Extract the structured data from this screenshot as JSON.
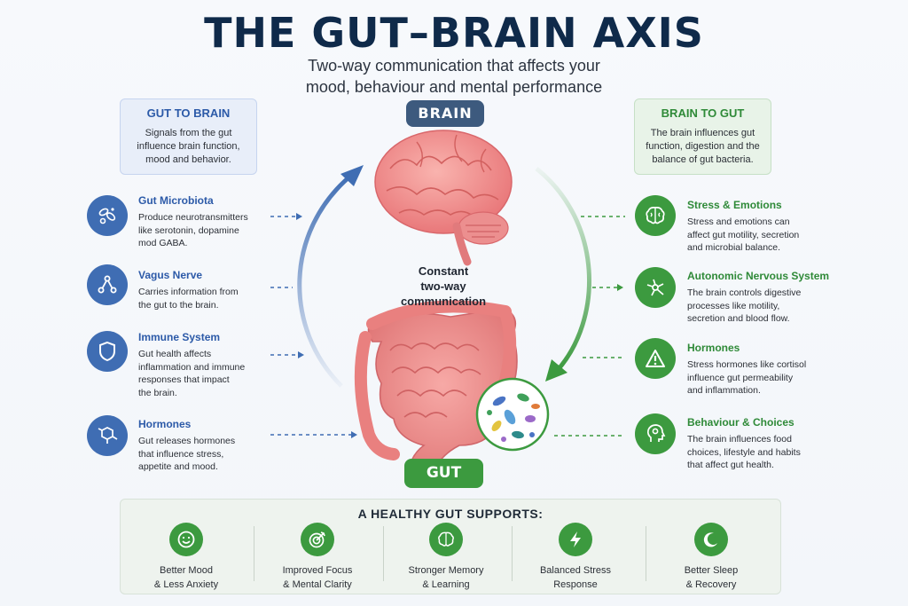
{
  "title": "THE GUT–BRAIN AXIS",
  "subtitle_line1": "Two-way communication that affects your",
  "subtitle_line2": "mood, behaviour and mental performance",
  "gut_to_brain": {
    "title": "GUT TO BRAIN",
    "line1": "Signals from the gut",
    "line2": "influence brain function,",
    "line3": "mood and behavior."
  },
  "brain_to_gut": {
    "title": "BRAIN TO GUT",
    "line1": "The brain influences gut",
    "line2": "function, digestion and the",
    "line3": "balance of gut bacteria."
  },
  "brain_label": "BRAIN",
  "gut_label": "GUT",
  "center": {
    "line1": "Constant",
    "line2": "two-way",
    "line3": "communication"
  },
  "left_items": [
    {
      "name": "Gut Microbiota",
      "icon": "microbiota-icon",
      "lines": [
        "Produce neurotransmitters",
        "like serotonin, dopamine",
        "mod GABA."
      ]
    },
    {
      "name": "Vagus Nerve",
      "icon": "nerve-icon",
      "lines": [
        "Carries information from",
        "the gut to the brain."
      ]
    },
    {
      "name": "Immune System",
      "icon": "shield-icon",
      "lines": [
        "Gut health affects",
        "inflammation and immune",
        "responses that impact",
        "the brain."
      ]
    },
    {
      "name": "Hormones",
      "icon": "molecule-icon",
      "lines": [
        "Gut releases hormones",
        "that influence stress,",
        "appetite and mood."
      ]
    }
  ],
  "right_items": [
    {
      "name": "Stress & Emotions",
      "icon": "brain-icon",
      "lines": [
        "Stress and emotions can",
        "affect gut motility, secretion",
        "and microbial balance."
      ]
    },
    {
      "name": "Autonomic Nervous System",
      "icon": "neuron-icon",
      "lines": [
        "The brain controls digestive",
        "processes like motility,",
        "secretion and blood flow."
      ]
    },
    {
      "name": "Hormones",
      "icon": "warning-icon",
      "lines": [
        "Stress hormones like cortisol",
        "influence gut permeability",
        "and inflammation."
      ]
    },
    {
      "name": "Behaviour & Choices",
      "icon": "head-gear-icon",
      "lines": [
        "The brain influences food",
        "choices, lifestyle and habits",
        "that affect gut health."
      ]
    }
  ],
  "bottom": {
    "title": "A HEALTHY GUT SUPPORTS:",
    "benefits": [
      {
        "icon": "smile-icon",
        "line1": "Better Mood",
        "line2": "& Less Anxiety"
      },
      {
        "icon": "target-icon",
        "line1": "Improved Focus",
        "line2": "& Mental Clarity"
      },
      {
        "icon": "brain-icon",
        "line1": "Stronger Memory",
        "line2": "& Learning"
      },
      {
        "icon": "lightning-icon",
        "line1": "Balanced Stress",
        "line2": "Response"
      },
      {
        "icon": "moon-icon",
        "line1": "Better Sleep",
        "line2": "& Recovery"
      }
    ]
  },
  "colors": {
    "blue": "#3f6db3",
    "green": "#3c9a3f",
    "navy": "#0f2a4a",
    "brain": "#f08a8a",
    "gut": "#ef8b8b"
  }
}
